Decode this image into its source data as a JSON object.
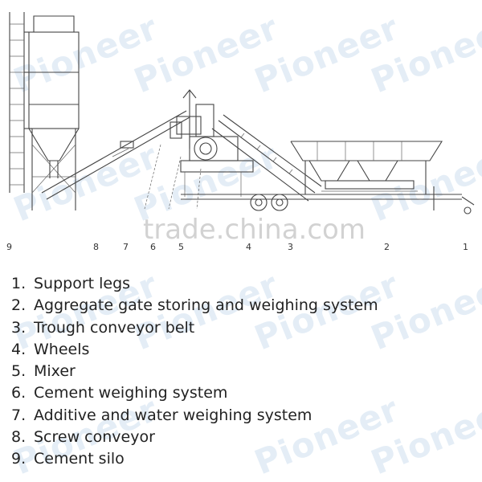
{
  "watermark": {
    "brand": "Pioneer",
    "site": "trade.china.com"
  },
  "callouts": [
    "9",
    "8",
    "7",
    "6",
    "5",
    "4",
    "3",
    "2",
    "1"
  ],
  "legend": [
    {
      "number": "1.",
      "label": "Support legs"
    },
    {
      "number": "2.",
      "label": "Aggregate gate storing and weighing system"
    },
    {
      "number": "3.",
      "label": "Trough conveyor belt"
    },
    {
      "number": "4.",
      "label": "Wheels"
    },
    {
      "number": "5.",
      "label": "Mixer"
    },
    {
      "number": "6.",
      "label": "Cement weighing system"
    },
    {
      "number": "7.",
      "label": "Additive and water weighing system"
    },
    {
      "number": "8.",
      "label": "Screw conveyor"
    },
    {
      "number": "9.",
      "label": "Cement silo"
    }
  ]
}
